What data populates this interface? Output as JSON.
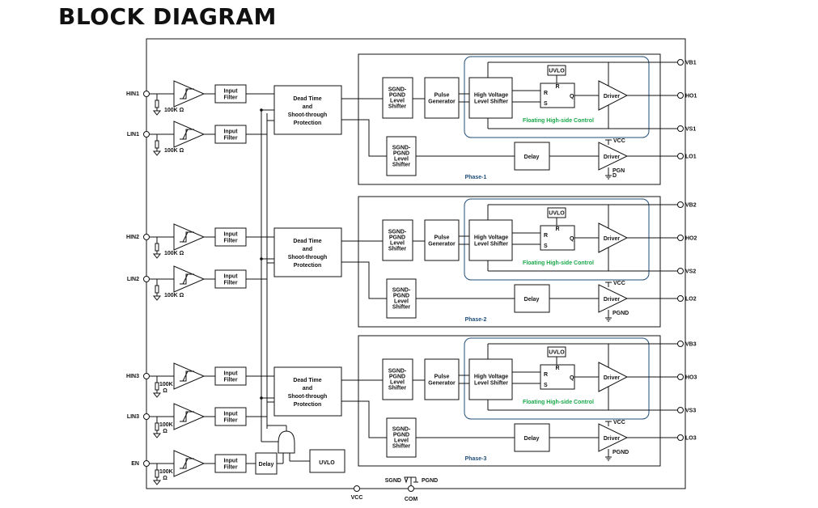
{
  "title": "BLOCK DIAGRAM",
  "inputs": [
    {
      "name": "HIN1",
      "res": "100K",
      "filter": [
        "Input",
        "Filter"
      ]
    },
    {
      "name": "LIN1",
      "res": "100K",
      "filter": [
        "Input",
        "Filter"
      ]
    },
    {
      "name": "HIN2",
      "res": "100K",
      "filter": [
        "Input",
        "Filter"
      ]
    },
    {
      "name": "LIN2",
      "res": "100K",
      "filter": [
        "Input",
        "Filter"
      ]
    },
    {
      "name": "HIN3",
      "res": "100K",
      "filter": [
        "Input",
        "Filter"
      ]
    },
    {
      "name": "LIN3",
      "res": "100K",
      "filter": [
        "Input",
        "Filter"
      ]
    },
    {
      "name": "EN",
      "res": "100K",
      "filter": [
        "Input",
        "Filter"
      ]
    }
  ],
  "dead_time": [
    "Dead Time",
    "and",
    "Shoot-through",
    "Protection"
  ],
  "level_shifter": [
    "SGND-",
    "PGND",
    "Level",
    "Shifter"
  ],
  "pulse_gen": [
    "Pulse",
    "Generator"
  ],
  "hv_shifter": [
    "High Voltage",
    "Level Shifter"
  ],
  "uvlo": "UVLO",
  "latch": {
    "r_top": "R",
    "r": "R",
    "s": "S",
    "q": "Q"
  },
  "driver": "Driver",
  "delay": "Delay",
  "floating": "Floating High-side Control",
  "phases": [
    {
      "name": "Phase-1",
      "vb": "VB1",
      "ho": "HO1",
      "vs": "VS1",
      "lo": "LO1",
      "vcc": "VCC",
      "pgnd": "PGN\nD"
    },
    {
      "name": "Phase-2",
      "vb": "VB2",
      "ho": "HO2",
      "vs": "VS2",
      "lo": "LO2",
      "vcc": "VCC",
      "pgnd": "PGND"
    },
    {
      "name": "Phase-3",
      "vb": "VB3",
      "ho": "HO3",
      "vs": "VS3",
      "lo": "LO3",
      "vcc": "VCC",
      "pgnd": "PGND"
    }
  ],
  "bottom": {
    "vcc": "VCC",
    "com": "COM",
    "sgnd": "SGND",
    "pgnd": "PGND"
  }
}
